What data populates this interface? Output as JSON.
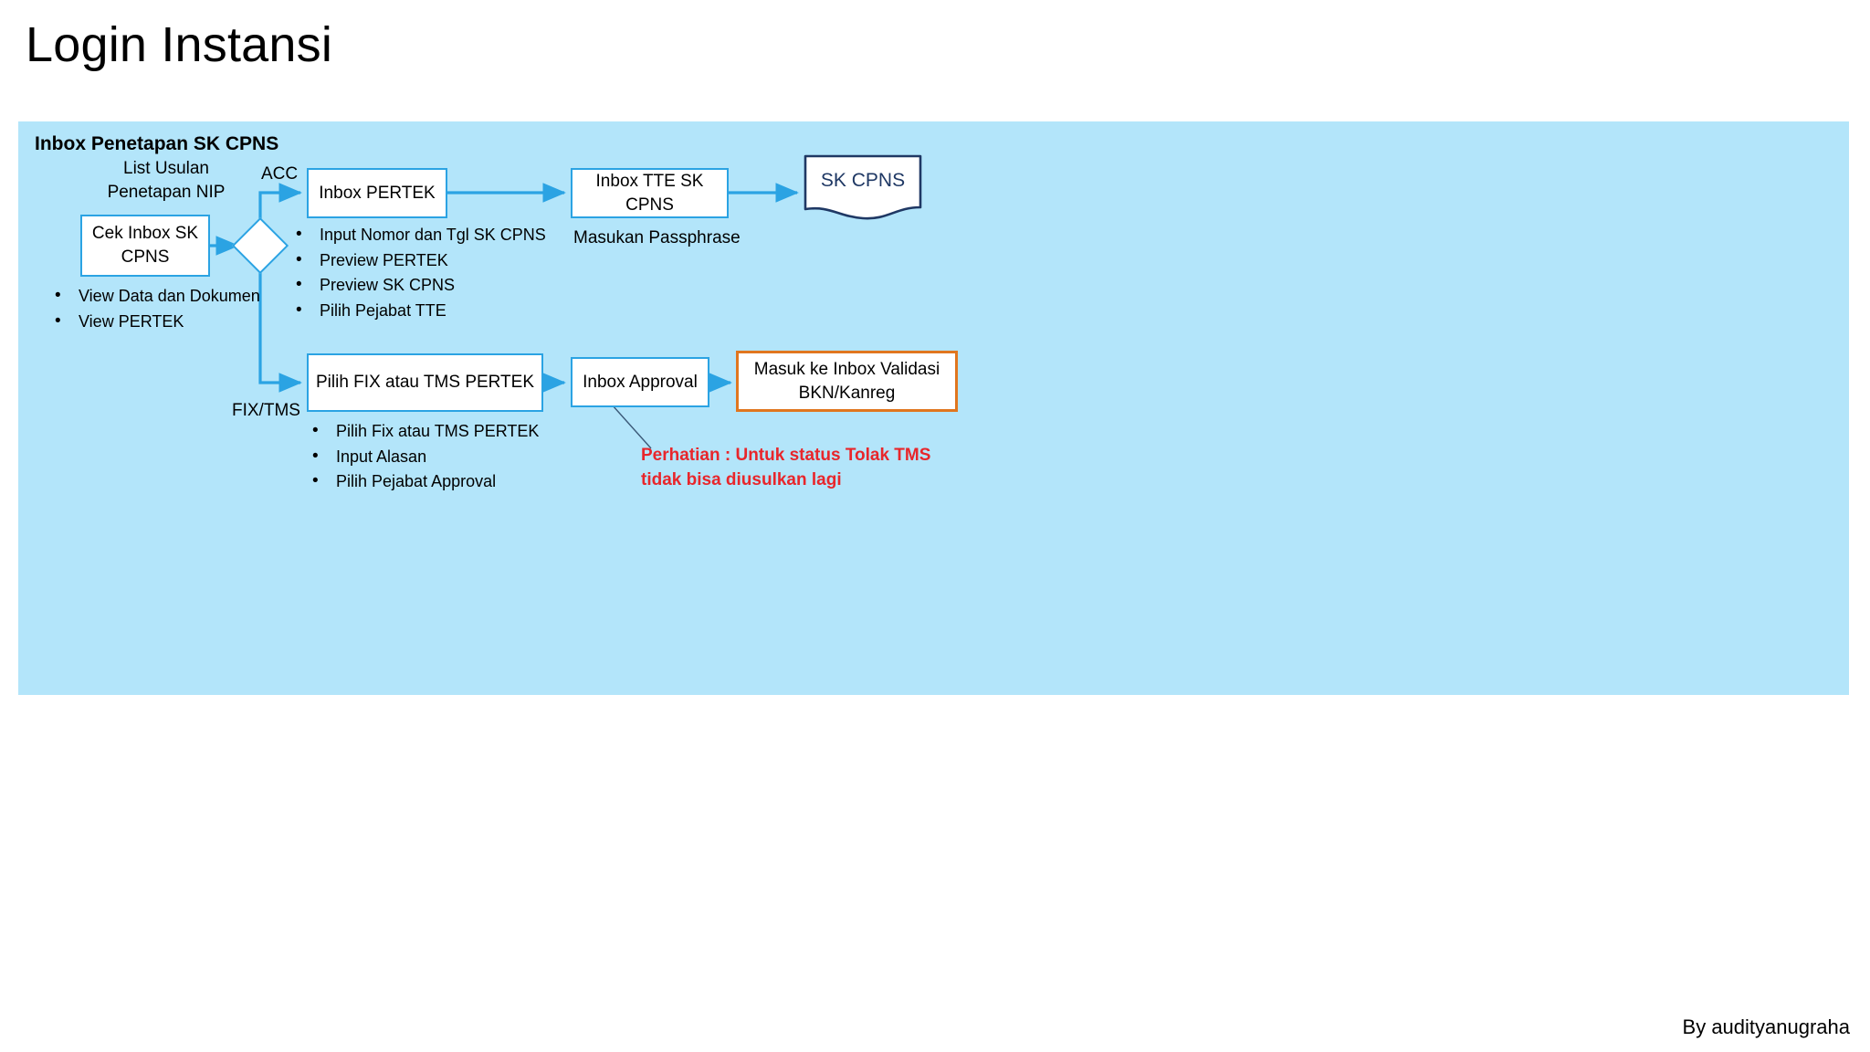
{
  "slide": {
    "title": "Login Instansi",
    "footer_credit": "By audityanugraha"
  },
  "panel": {
    "heading": "Inbox Penetapan SK CPNS",
    "background_color": "#B3E5FA"
  },
  "colors": {
    "flow_blue": "#2BA3E3",
    "orange_accent": "#E0761F",
    "warning_red": "#E8262B",
    "doc_navy": "#1F3864",
    "panel_bg": "#B3E5FA"
  },
  "nodes": {
    "list_usulan": "List Usulan\nPenetapan NIP",
    "cek_inbox": "Cek Inbox SK CPNS",
    "inbox_pertek": "Inbox PERTEK",
    "inbox_tte": "Inbox TTE SK CPNS",
    "sk_cpns_doc": "SK CPNS",
    "pilih_fix_tms": "Pilih FIX atau TMS PERTEK",
    "inbox_approval": "Inbox Approval",
    "masuk_validasi": "Masuk ke Inbox Validasi\nBKN/Kanreg"
  },
  "edge_labels": {
    "acc": "ACC",
    "fix_tms": "FIX/TMS"
  },
  "captions": {
    "masukan_passphrase": "Masukan Passphrase"
  },
  "bullets": {
    "cek_inbox_actions": [
      "View Data dan Dokumen",
      "View PERTEK"
    ],
    "pertek_actions": [
      "Input Nomor dan Tgl SK CPNS",
      "Preview PERTEK",
      "Preview SK CPNS",
      "Pilih Pejabat TTE"
    ],
    "fix_tms_actions": [
      "Pilih Fix atau TMS PERTEK",
      "Input Alasan",
      "Pilih Pejabat Approval"
    ]
  },
  "warning": {
    "text": "Perhatian : Untuk status Tolak TMS\ntidak bisa diusulkan lagi"
  }
}
